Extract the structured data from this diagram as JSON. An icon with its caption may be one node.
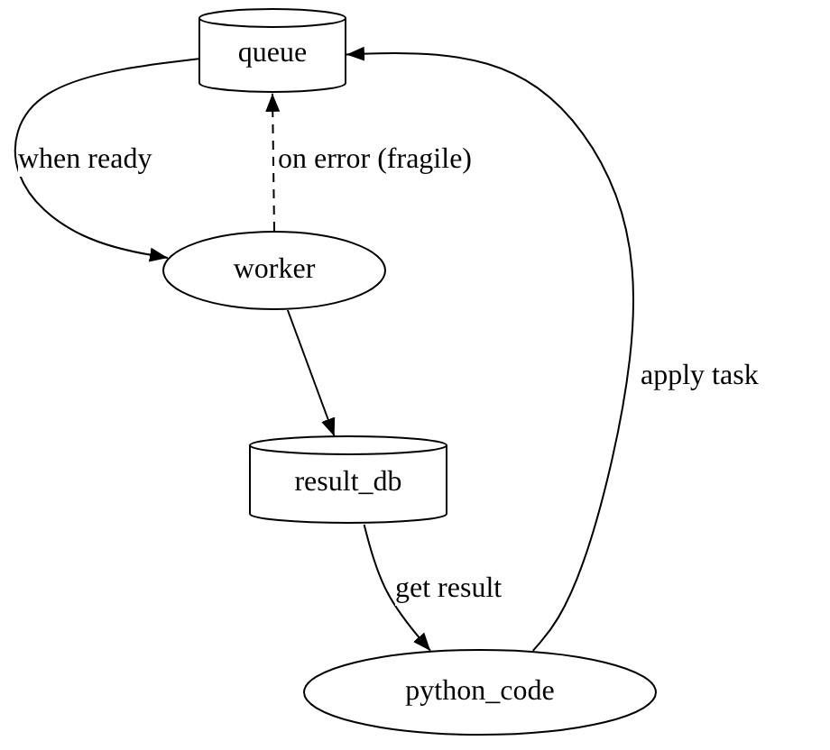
{
  "diagram": {
    "nodes": [
      {
        "text": [
          "queue"
        ]
      },
      {
        "text": [
          "worker"
        ]
      },
      {
        "text": [
          "result_db"
        ]
      },
      {
        "text": [
          "python_code"
        ]
      }
    ],
    "edges": [
      {
        "from": 0,
        "to": 1,
        "arrow": "to",
        "label": "when ready"
      },
      {
        "from": 1,
        "to": 0,
        "arrow": "to",
        "label": "on error (fragile)",
        "style": "dashed"
      },
      {
        "from": 1,
        "to": 2,
        "arrow": "to"
      },
      {
        "from": 2,
        "to": 3,
        "arrow": "to",
        "label": "get result"
      },
      {
        "from": 3,
        "to": 0,
        "arrow": "to",
        "label": "apply task"
      }
    ]
  }
}
